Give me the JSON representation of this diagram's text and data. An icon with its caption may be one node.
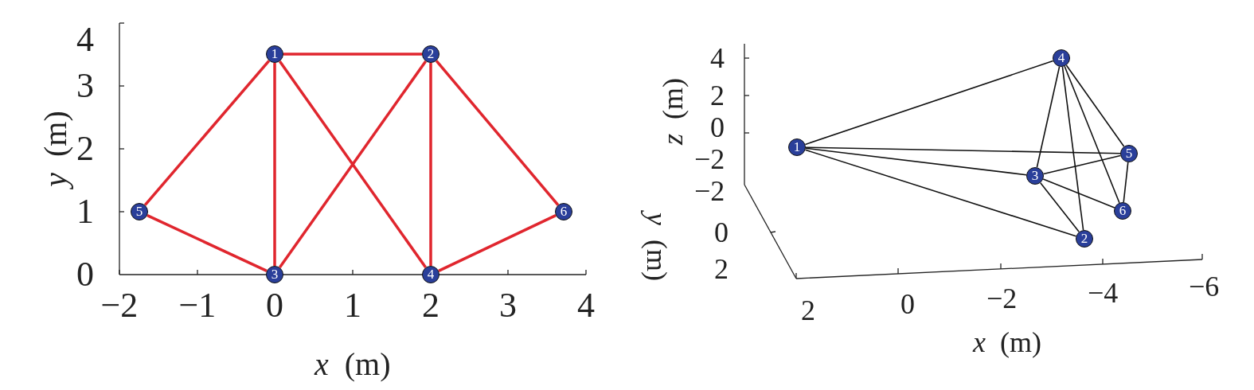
{
  "diagram": {
    "nodes": [
      {
        "text": [
          "1"
        ]
      },
      {
        "text": [
          "2"
        ]
      },
      {
        "text": [
          "3"
        ]
      },
      {
        "text": [
          "4"
        ]
      },
      {
        "text": [
          "5"
        ]
      },
      {
        "text": [
          "6"
        ]
      },
      {
        "text": [
          "1"
        ]
      },
      {
        "text": [
          "2"
        ]
      },
      {
        "text": [
          "3"
        ]
      },
      {
        "text": [
          "4"
        ]
      },
      {
        "text": [
          "5"
        ]
      },
      {
        "text": [
          "6"
        ]
      }
    ],
    "edges": [
      {
        "from": 0,
        "to": 1,
        "arrow": "none",
        "color": "#e0262e"
      },
      {
        "from": 0,
        "to": 4,
        "arrow": "none",
        "color": "#e0262e"
      },
      {
        "from": 0,
        "to": 2,
        "arrow": "none",
        "color": "#e0262e"
      },
      {
        "from": 0,
        "to": 3,
        "arrow": "none",
        "color": "#e0262e"
      },
      {
        "from": 1,
        "to": 2,
        "arrow": "none",
        "color": "#e0262e"
      },
      {
        "from": 1,
        "to": 3,
        "arrow": "none",
        "color": "#e0262e"
      },
      {
        "from": 1,
        "to": 5,
        "arrow": "none",
        "color": "#e0262e"
      },
      {
        "from": 4,
        "to": 2,
        "arrow": "none",
        "color": "#e0262e"
      },
      {
        "from": 3,
        "to": 5,
        "arrow": "none",
        "color": "#e0262e"
      },
      {
        "from": 6,
        "to": 9,
        "arrow": "none"
      },
      {
        "from": 6,
        "to": 10,
        "arrow": "none"
      },
      {
        "from": 6,
        "to": 8,
        "arrow": "none"
      },
      {
        "from": 6,
        "to": 7,
        "arrow": "none"
      },
      {
        "from": 9,
        "to": 8,
        "arrow": "none"
      },
      {
        "from": 9,
        "to": 7,
        "arrow": "none"
      },
      {
        "from": 9,
        "to": 11,
        "arrow": "none"
      },
      {
        "from": 9,
        "to": 10,
        "arrow": "none"
      },
      {
        "from": 8,
        "to": 10,
        "arrow": "none"
      },
      {
        "from": 8,
        "to": 11,
        "arrow": "none"
      },
      {
        "from": 8,
        "to": 7,
        "arrow": "none"
      },
      {
        "from": 10,
        "to": 11,
        "arrow": "none"
      }
    ],
    "labels": [
      "4",
      "3",
      "2",
      "1",
      "0",
      "−2",
      "−1",
      "0",
      "1",
      "2",
      "3",
      "4",
      "*x* (m)",
      "*y* (m)",
      "4",
      "2",
      "0",
      "−2",
      "−2",
      "0",
      "2",
      "2",
      "0",
      "−2",
      "−4",
      "−6",
      "*z* (m)",
      "*y* (m)",
      "*x* (m)"
    ]
  }
}
